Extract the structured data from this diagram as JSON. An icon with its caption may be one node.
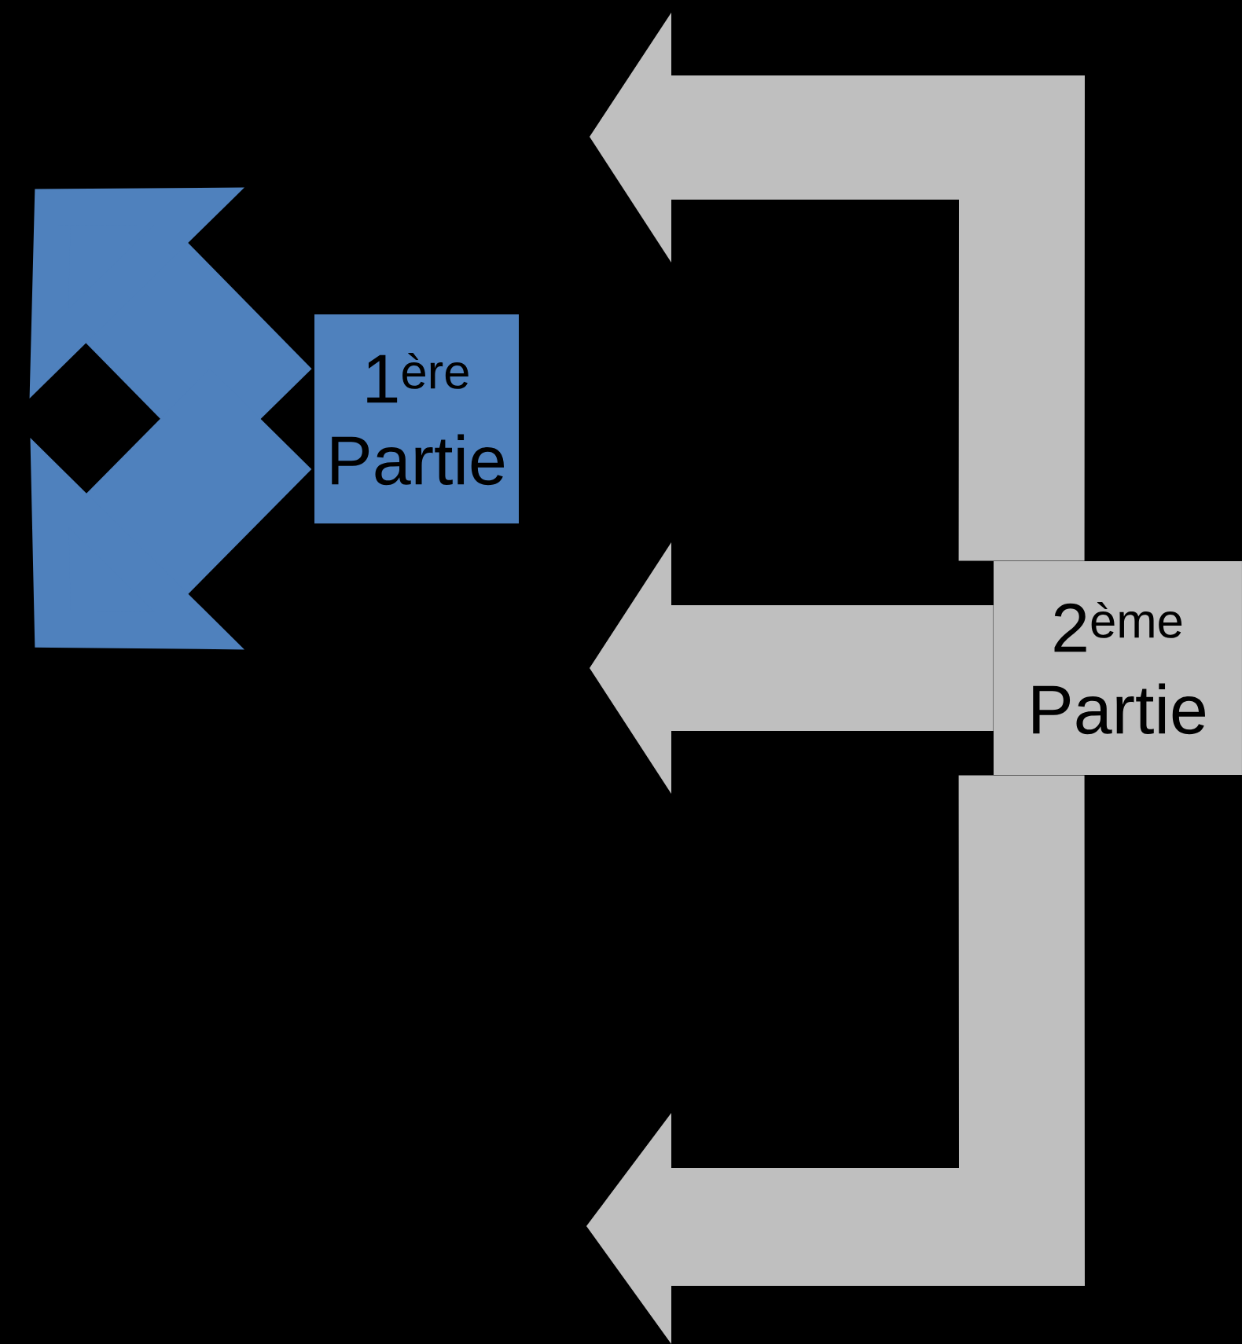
{
  "diagram": {
    "nodes": [
      {
        "text": [
          "1$^{ère}$ Partie"
        ]
      },
      {
        "text": [
          "2$^{ème}$ Partie"
        ]
      }
    ],
    "edges": [
      {
        "from": 0,
        "to": null,
        "arrow": "to",
        "color": "#4f81bd"
      },
      {
        "from": 0,
        "to": null,
        "arrow": "to",
        "color": "#4f81bd"
      },
      {
        "from": 1,
        "to": null,
        "arrow": "to"
      },
      {
        "from": 1,
        "to": null,
        "arrow": "to"
      },
      {
        "from": 1,
        "to": null,
        "arrow": "to"
      }
    ]
  }
}
